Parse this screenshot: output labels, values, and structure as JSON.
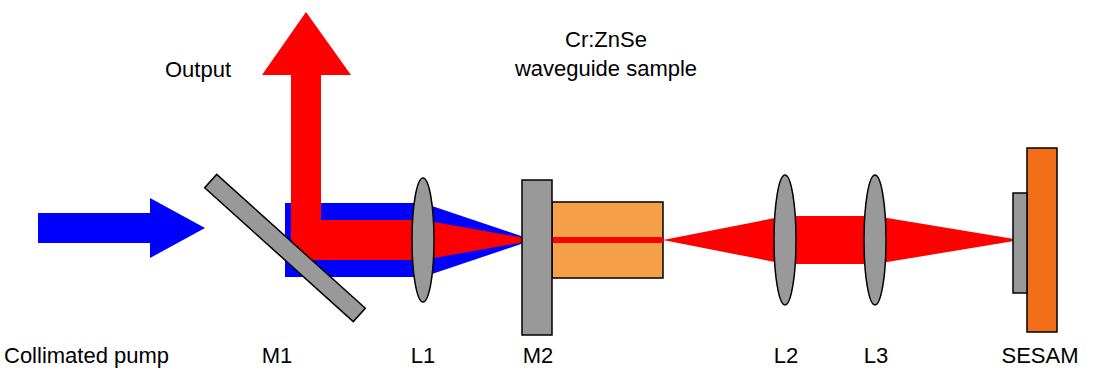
{
  "diagram": {
    "labels": [
      "Output",
      "Cr:ZnSe waveguide sample",
      "Collimated pump",
      "M1",
      "L1",
      "M2",
      "L2",
      "L3",
      "SESAM"
    ]
  }
}
